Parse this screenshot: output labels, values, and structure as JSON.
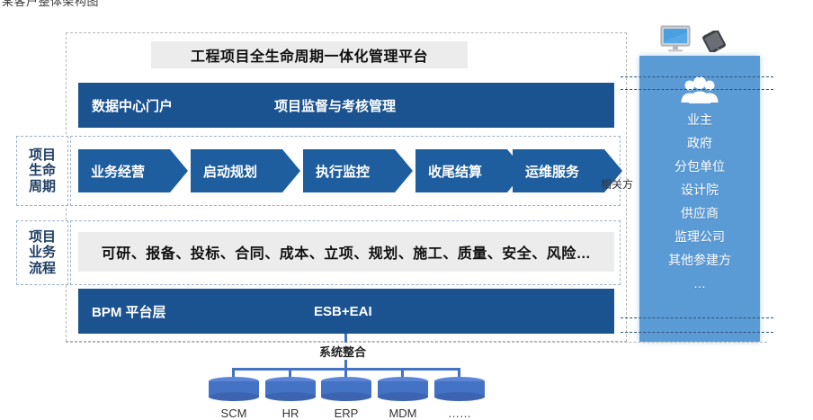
{
  "caption": "某客户整体架构图",
  "platform": {
    "title": "工程项目全生命周期一体化管理平台",
    "portal_bar": {
      "left_label": "数据中心门户",
      "right_label": "项目监督与考核管理"
    },
    "bpm_bar": {
      "left_label": "BPM  平台层",
      "right_label": "ESB+EAI"
    }
  },
  "side_labels": {
    "lifecycle": [
      "项目",
      "生命",
      "周期"
    ],
    "business_flow": [
      "项目",
      "业务",
      "流程"
    ]
  },
  "lifecycle": {
    "stages": [
      {
        "label": "业务经营"
      },
      {
        "label": "启动规划"
      },
      {
        "label": "执行监控"
      },
      {
        "label": "收尾结算"
      },
      {
        "label": "运维服务"
      }
    ],
    "stakeholder_tag": "相关方"
  },
  "business_flow": {
    "items_text": "可研、报备、投标、合同、成本、立项、规划、施工、质量、安全、风险…"
  },
  "stakeholders": {
    "icon": "people-group-icon",
    "items": [
      "业主",
      "政府",
      "分包单位",
      "设计院",
      "供应商",
      "监理公司",
      "其他参建方",
      "…"
    ]
  },
  "devices": {
    "monitor_icon": "desktop-monitor-icon",
    "phone_icon": "smartphone-icon"
  },
  "integration": {
    "label": "系统整合",
    "systems": [
      {
        "name": "SCM"
      },
      {
        "name": "HR"
      },
      {
        "name": "ERP"
      },
      {
        "name": "MDM"
      },
      {
        "name": "……"
      }
    ]
  },
  "colors": {
    "navy": "#1b5391",
    "chevron_blue": "#1f5e9e",
    "panel_blue": "#5b9bd5",
    "db_blue": "#4472c4",
    "gray_bar": "#ececec",
    "dashed_border": "#b5b5b5"
  }
}
